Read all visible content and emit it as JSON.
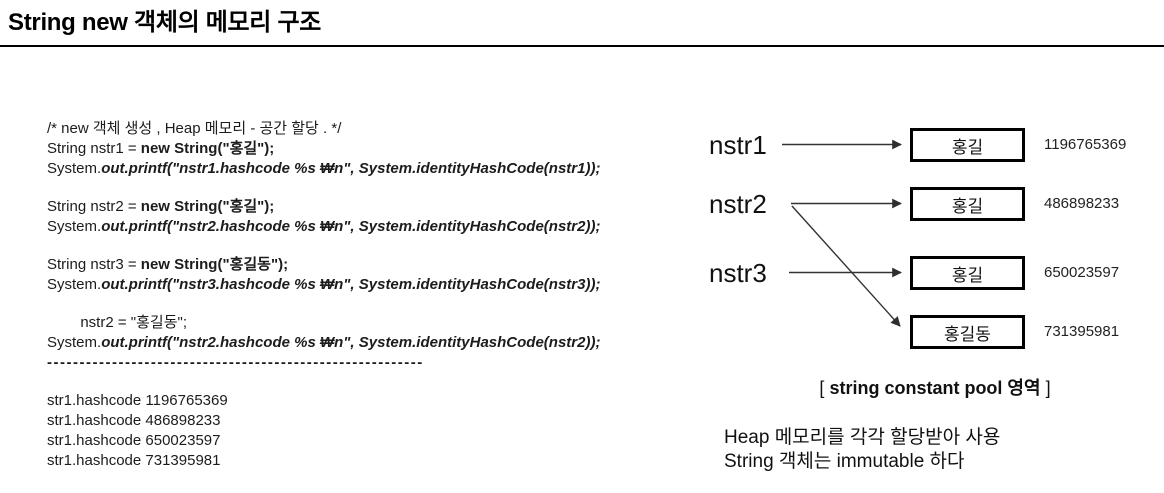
{
  "title": "String new 객체의 메모리 구조",
  "code": {
    "blocks": [
      {
        "name": "code-block-nstr1",
        "lines": [
          [
            {
              "t": "/* new 객체 생성 , Heap 메모리 - 공간 할당 . */",
              "s": "r"
            }
          ],
          [
            {
              "t": "String nstr1 = ",
              "s": "r"
            },
            {
              "t": "new String(\"홍길\");",
              "s": "b"
            }
          ],
          [
            {
              "t": "System.",
              "s": "r"
            },
            {
              "t": "out.printf(\"nstr1.hashcode %s ₩n\", System.identityHashCode(nstr1));",
              "s": "bi"
            }
          ]
        ]
      },
      {
        "name": "code-block-nstr2",
        "lines": [
          [
            {
              "t": "String nstr2 = ",
              "s": "r"
            },
            {
              "t": "new String(\"홍길\");",
              "s": "b"
            }
          ],
          [
            {
              "t": "System.",
              "s": "r"
            },
            {
              "t": "out.printf(\"nstr2.hashcode %s ₩n\", System.identityHashCode(nstr2));",
              "s": "bi"
            }
          ]
        ]
      },
      {
        "name": "code-block-nstr3",
        "lines": [
          [
            {
              "t": "String nstr3 = ",
              "s": "r"
            },
            {
              "t": "new String(\"홍길동\");",
              "s": "b"
            }
          ],
          [
            {
              "t": "System.",
              "s": "r"
            },
            {
              "t": "out.printf(\"nstr3.hashcode %s ₩n\", System.identityHashCode(nstr3));",
              "s": "bi"
            }
          ]
        ]
      },
      {
        "name": "code-block-reassign",
        "lines": [
          [
            {
              "t": "        nstr2 = \"홍길동\";",
              "s": "r"
            }
          ],
          [
            {
              "t": "System.",
              "s": "r"
            },
            {
              "t": "out.printf(\"nstr2.hashcode %s ₩n\", System.identityHashCode(nstr2));",
              "s": "bi"
            }
          ],
          [
            {
              "t": "----------------------------------------------------------",
              "s": "b"
            }
          ]
        ]
      },
      {
        "name": "code-block-output",
        "lines": [
          [
            {
              "t": "str1.hashcode 1196765369",
              "s": "r"
            }
          ],
          [
            {
              "t": "str1.hashcode 486898233",
              "s": "r"
            }
          ],
          [
            {
              "t": "str1.hashcode 650023597",
              "s": "r"
            }
          ],
          [
            {
              "t": "str1.hashcode 731395981",
              "s": "r"
            }
          ]
        ]
      }
    ]
  },
  "diagram": {
    "variables": [
      {
        "name": "nstr1"
      },
      {
        "name": "nstr2"
      },
      {
        "name": "nstr3"
      }
    ],
    "pool_boxes": [
      {
        "value": "홍길",
        "hashcode": "1196765369"
      },
      {
        "value": "홍길",
        "hashcode": "486898233"
      },
      {
        "value": "홍길",
        "hashcode": "650023597"
      },
      {
        "value": "홍길동",
        "hashcode": "731395981"
      }
    ],
    "caption": {
      "open": "[ ",
      "text": "string constant pool 영역",
      "close": " ]"
    }
  },
  "notes": [
    "Heap 메모리를 각각 할당받아 사용",
    "String 객체는 immutable 하다"
  ]
}
